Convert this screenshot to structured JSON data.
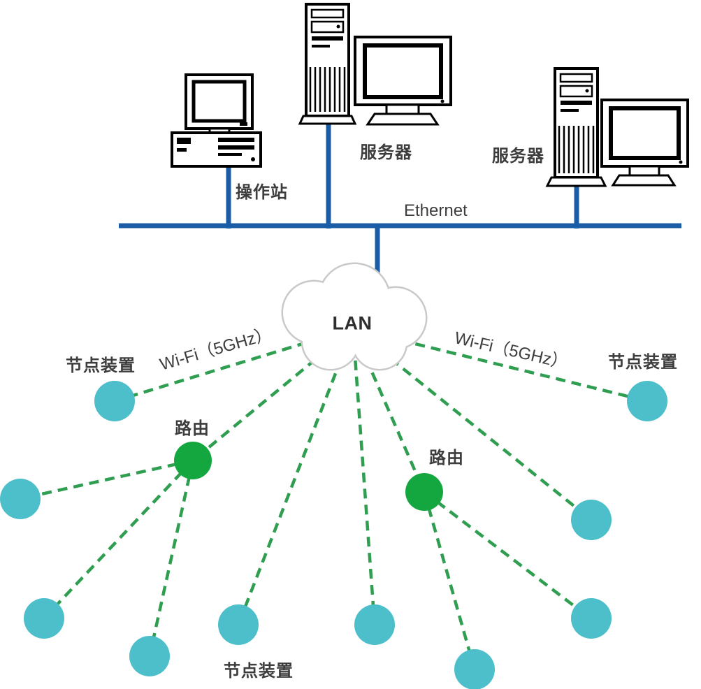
{
  "diagram": {
    "type": "network-topology",
    "labels": {
      "operator_station": "操作站",
      "server_1": "服务器",
      "server_2": "服务器",
      "ethernet": "Ethernet",
      "lan": "LAN",
      "wifi_left": "Wi-Fi（5GHz）",
      "wifi_right": "Wi-Fi（5GHz）",
      "router_1": "路由",
      "router_2": "路由",
      "node_top_left": "节点装置",
      "node_top_right": "节点装置",
      "node_bottom": "节点装置"
    },
    "colors": {
      "ethernet_line": "#1A5DA6",
      "wifi_link": "#2F9E50",
      "node_device": "#4DBFCA",
      "router": "#14A73F",
      "label_text": "#3D3D3D"
    },
    "graph": {
      "bus": {
        "label": "Ethernet",
        "connected_devices": [
          "操作站",
          "服务器",
          "服务器",
          "LAN"
        ]
      },
      "cloud": {
        "label": "LAN"
      },
      "wireless_type": "Wi-Fi（5GHz）",
      "lan_wireless_links": [
        "node-top-left",
        "router-1",
        "node-bottom-2",
        "node-bottom-3",
        "router-2",
        "node-right-1",
        "node-top-right"
      ],
      "router_1_links": [
        "node-left-1",
        "node-left-2",
        "node-bottom-1"
      ],
      "router_2_links": [
        "node-bottom-4",
        "node-right-2"
      ],
      "node_device_count": 10,
      "router_count": 2
    }
  }
}
